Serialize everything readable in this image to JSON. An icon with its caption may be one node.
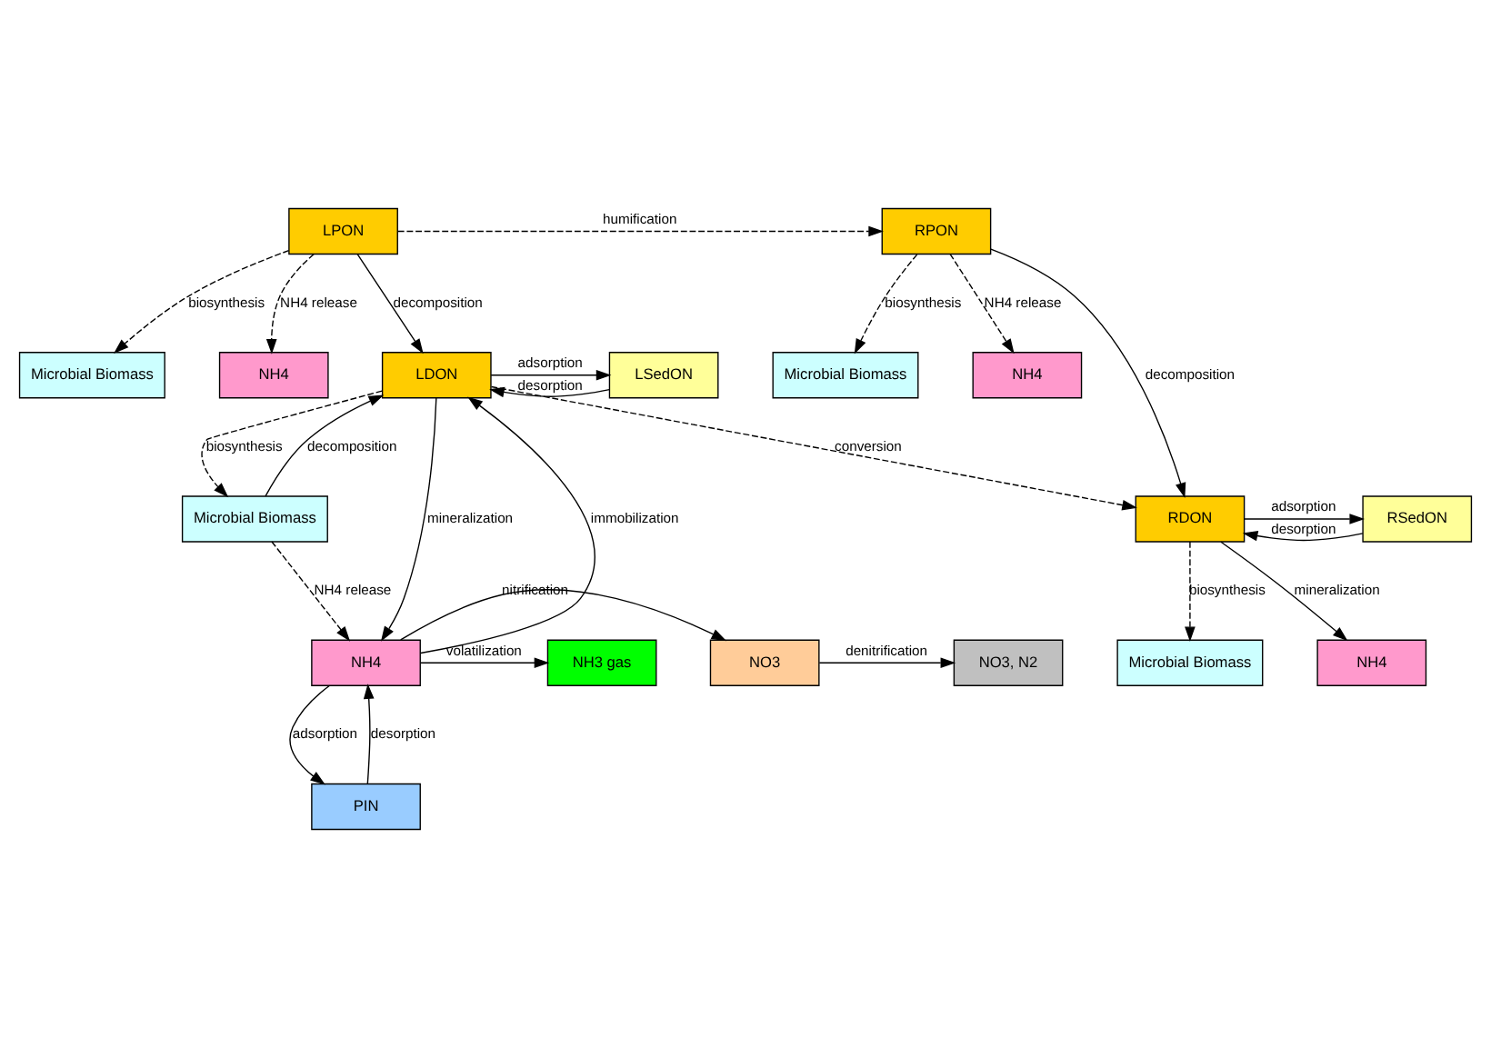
{
  "diagram": {
    "nodes": [
      {
        "text": [
          "LPON"
        ]
      },
      {
        "text": [
          "Microbial Biomass"
        ]
      },
      {
        "text": [
          "NH4"
        ]
      },
      {
        "text": [
          "RPON"
        ]
      },
      {
        "text": [
          "Microbial Biomass"
        ]
      },
      {
        "text": [
          "NH4"
        ]
      },
      {
        "text": [
          "LSedON"
        ]
      },
      {
        "text": [
          "LDON"
        ]
      },
      {
        "text": [
          "RDON"
        ]
      },
      {
        "text": [
          "RSedON"
        ]
      },
      {
        "text": [
          "Microbial Biomass"
        ]
      },
      {
        "text": [
          "NH4"
        ]
      },
      {
        "text": [
          "Microbial Biomass"
        ]
      },
      {
        "text": [
          "NH3 gas"
        ]
      },
      {
        "text": [
          "NH4"
        ]
      },
      {
        "text": [
          "NO3"
        ]
      },
      {
        "text": [
          "NO3, N2"
        ]
      },
      {
        "text": [
          "PIN"
        ]
      }
    ],
    "edges": [
      {
        "from": 0,
        "to": 1,
        "arrow": "to",
        "label": "biosynthesis",
        "style": "dashed"
      },
      {
        "from": 0,
        "to": 2,
        "arrow": "to",
        "label": "NH4 release",
        "style": "dashed"
      },
      {
        "from": 0,
        "to": 7,
        "arrow": "to",
        "label": "decomposition"
      },
      {
        "from": 0,
        "to": 3,
        "arrow": "to",
        "label": "humification",
        "style": "dashed"
      },
      {
        "from": 3,
        "to": 4,
        "arrow": "to",
        "label": "biosynthesis",
        "style": "dashed"
      },
      {
        "from": 3,
        "to": 5,
        "arrow": "to",
        "label": "NH4 release",
        "style": "dashed"
      },
      {
        "from": 3,
        "to": 8,
        "arrow": "to",
        "label": "decomposition"
      },
      {
        "from": 7,
        "to": 6,
        "arrow": "to",
        "label": "adsorption"
      },
      {
        "from": 6,
        "to": 7,
        "arrow": "to",
        "label": "desorption"
      },
      {
        "from": 8,
        "to": 9,
        "arrow": "to",
        "label": "adsorption"
      },
      {
        "from": 9,
        "to": 8,
        "arrow": "to",
        "label": "desorption"
      },
      {
        "from": 10,
        "to": 7,
        "arrow": "to",
        "label": "decomposition"
      },
      {
        "from": 7,
        "to": 10,
        "arrow": "to",
        "label": "biosynthesis",
        "style": "dashed"
      },
      {
        "from": 10,
        "to": 14,
        "arrow": "to",
        "label": "NH4 release",
        "style": "dashed"
      },
      {
        "from": 7,
        "to": 14,
        "arrow": "to",
        "label": "mineralization"
      },
      {
        "from": 14,
        "to": 7,
        "arrow": "to",
        "label": "immobilization"
      },
      {
        "from": 7,
        "to": 8,
        "arrow": "to",
        "label": "conversion",
        "style": "dashed"
      },
      {
        "from": 8,
        "to": 11,
        "arrow": "to",
        "label": "mineralization"
      },
      {
        "from": 8,
        "to": 12,
        "arrow": "to",
        "label": "biosynthesis",
        "style": "dashed"
      },
      {
        "from": 14,
        "to": 13,
        "arrow": "to",
        "label": "volatilization"
      },
      {
        "from": 14,
        "to": 15,
        "arrow": "to",
        "label": "nitrification"
      },
      {
        "from": 15,
        "to": 16,
        "arrow": "to",
        "label": "denitrification"
      },
      {
        "from": 17,
        "to": 14,
        "arrow": "to",
        "label": "desorption"
      },
      {
        "from": 14,
        "to": 17,
        "arrow": "to",
        "label": "adsorption"
      }
    ]
  }
}
